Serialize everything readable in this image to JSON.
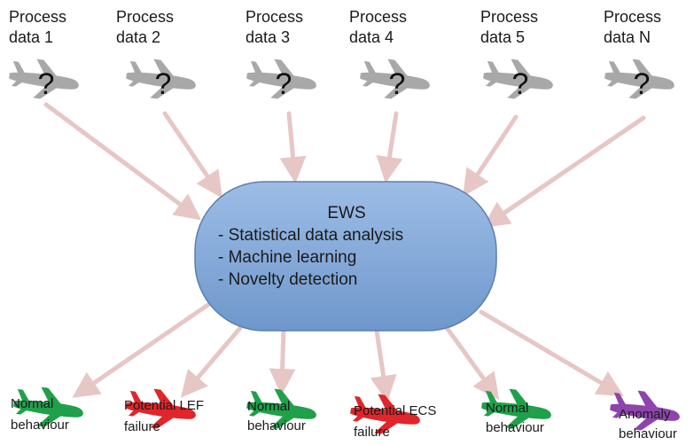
{
  "process_inputs": [
    {
      "line1": "Process",
      "line2": "data 1",
      "mark": "?",
      "icon": "unknown-plane-icon",
      "color": "#a8a8a8"
    },
    {
      "line1": "Process",
      "line2": "data 2",
      "mark": "?",
      "icon": "unknown-plane-icon",
      "color": "#a8a8a8"
    },
    {
      "line1": "Process",
      "line2": "data 3",
      "mark": "?",
      "icon": "unknown-plane-icon",
      "color": "#a8a8a8"
    },
    {
      "line1": "Process",
      "line2": "data 4",
      "mark": "?",
      "icon": "unknown-plane-icon",
      "color": "#a8a8a8"
    },
    {
      "line1": "Process",
      "line2": "data 5",
      "mark": "?",
      "icon": "unknown-plane-icon",
      "color": "#a8a8a8"
    },
    {
      "line1": "Process",
      "line2": "data N",
      "mark": "?",
      "icon": "unknown-plane-icon",
      "color": "#a8a8a8"
    }
  ],
  "ews": {
    "title": "EWS",
    "items": [
      "- Statistical data analysis",
      "- Machine learning",
      "- Novelty detection"
    ],
    "fill": "#7fa6d6",
    "stroke": "#5b7fae"
  },
  "outputs": [
    {
      "line1": "Normal",
      "line2": "behaviour",
      "icon": "green-plane-icon",
      "color": "#1fa04a"
    },
    {
      "line1": "Potential LEF",
      "line2": "failure",
      "icon": "red-plane-icon",
      "color": "#e0252b"
    },
    {
      "line1": "Normal",
      "line2": "behaviour",
      "icon": "green-plane-icon",
      "color": "#1fa04a"
    },
    {
      "line1": "Potential ECS",
      "line2": "failure",
      "icon": "red-plane-icon",
      "color": "#e0252b"
    },
    {
      "line1": "Normal",
      "line2": "behaviour",
      "icon": "green-plane-icon",
      "color": "#1fa04a"
    },
    {
      "line1": "Anomaly",
      "line2": "behaviour",
      "icon": "purple-plane-icon",
      "color": "#8e44ad"
    }
  ],
  "arrow_color": "#e7c6c6"
}
